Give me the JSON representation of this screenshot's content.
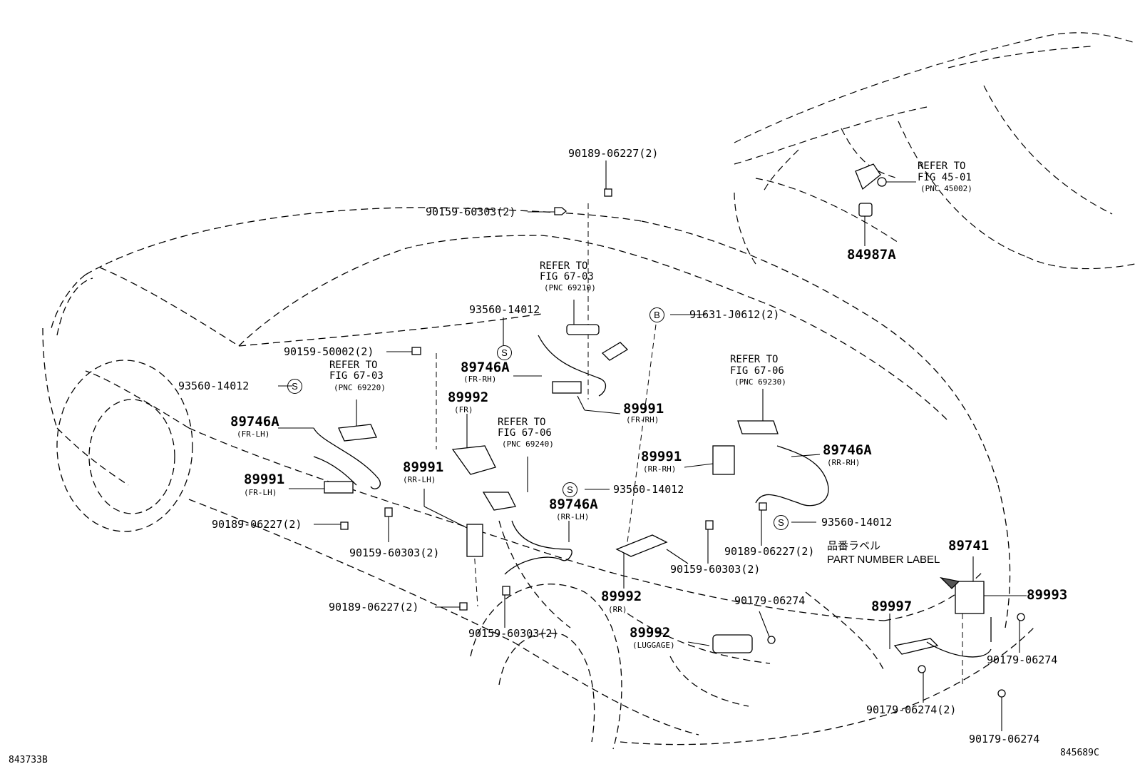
{
  "labels": {
    "p90189_top": "90189-06227(2)",
    "p90159_top": "90159-60303(2)",
    "ref_6703_fr": {
      "a": "REFER TO",
      "b": "FIG 67-03",
      "c": "(PNC 69210)"
    },
    "p93560_top": "93560-14012",
    "p91631": "91631-J0612(2)",
    "p90159_50002": "90159-50002(2)",
    "ref_6703_l": {
      "a": "REFER TO",
      "b": "FIG 67-03",
      "c": "(PNC 69220)"
    },
    "p93560_left": "93560-14012",
    "p89746A_frrh": {
      "num": "89746A",
      "pos": "(FR-RH)"
    },
    "p89992_fr": {
      "num": "89992",
      "pos": "(FR)"
    },
    "p89991_frrh": {
      "num": "89991",
      "pos": "(FR-RH)"
    },
    "ref_6706_c": {
      "a": "REFER TO",
      "b": "FIG 67-06",
      "c": "(PNC 69240)"
    },
    "ref_6706_r": {
      "a": "REFER TO",
      "b": "FIG 67-06",
      "c": "(PNC 69230)"
    },
    "p89746A_frlh": {
      "num": "89746A",
      "pos": "(FR-LH)"
    },
    "p89991_frlh": {
      "num": "89991",
      "pos": "(FR-LH)"
    },
    "p89991_rrlh": {
      "num": "89991",
      "pos": "(RR-LH)"
    },
    "p89991_rrrh": {
      "num": "89991",
      "pos": "(RR-RH)"
    },
    "p89746A_rrrh": {
      "num": "89746A",
      "pos": "(RR-RH)"
    },
    "p93560_mid": "93560-14012",
    "p89746A_rrlh": {
      "num": "89746A",
      "pos": "(RR-LH)"
    },
    "p90189_l2": "90189-06227(2)",
    "p90159_l2": "90159-60303(2)",
    "p93560_right": "93560-14012",
    "p90189_r": "90189-06227(2)",
    "p90159_r": "90159-60303(2)",
    "p89992_rr": {
      "num": "89992",
      "pos": "(RR)"
    },
    "jp_label": "品番ラベル",
    "part_number_label": "PART NUMBER LABEL",
    "p89741": "89741",
    "p89993": "89993",
    "p90189_bot": "90189-06227(2)",
    "p90159_bot": "90159-60303(2)",
    "p90179_a": "90179-06274",
    "p89997": "89997",
    "p89992_lug": {
      "num": "89992",
      "pos": "(LUGGAGE)"
    },
    "p90179_b": "90179-06274",
    "p90179_c": "90179-06274(2)",
    "p90179_d": "90179-06274",
    "ref_4501": {
      "a": "REFER TO",
      "b": "FIG 45-01",
      "c": "(PNC 45002)"
    },
    "p84987A": "84987A",
    "fig_left": "843733B",
    "fig_right": "845689C",
    "mark_s": "S",
    "mark_b": "B"
  }
}
